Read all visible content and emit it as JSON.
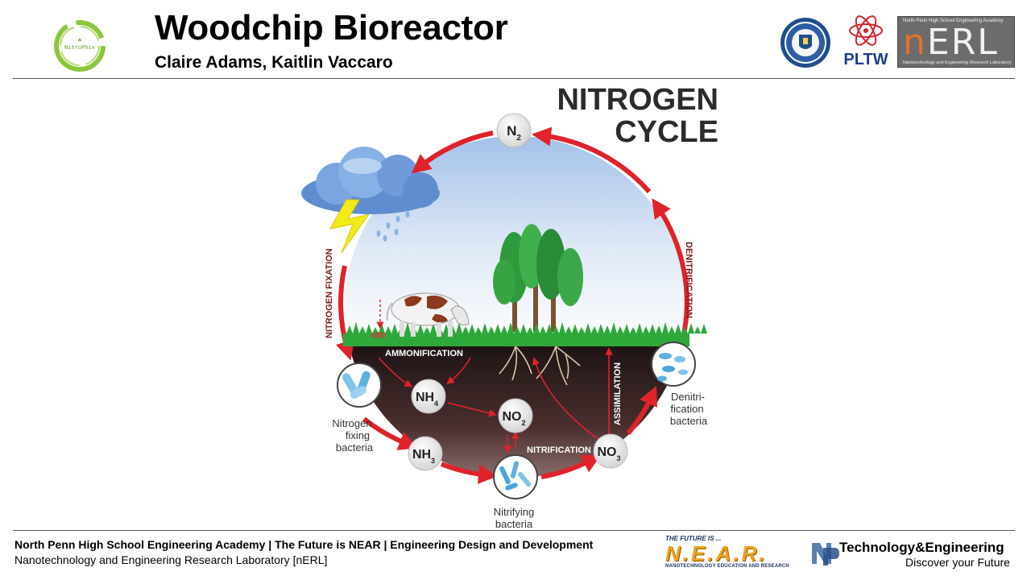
{
  "header": {
    "title": "Woodchip Bioreactor",
    "authors": "Claire Adams, Kaitlin Vaccaro",
    "team_logo_text": "NitroPhix",
    "pltw_label": "PLTW",
    "nerl": {
      "top_text": "North Penn High School Engineering Academy",
      "word_accent": "n",
      "word_rest": "ERL",
      "sub_text": "Nanotechnology and Engineering Research Laboratory"
    }
  },
  "diagram": {
    "title_line1": "NITROGEN",
    "title_line2": "CYCLE",
    "nodes": {
      "n2": {
        "base": "N",
        "sub": "2"
      },
      "nh4": {
        "base": "NH",
        "sub": "4"
      },
      "no2": {
        "base": "NO",
        "sub": "2"
      },
      "nh3": {
        "base": "NH",
        "sub": "3"
      },
      "no3": {
        "base": "NO",
        "sub": "3"
      }
    },
    "process_labels": {
      "nitrogen_fixation": "NITROGEN FIXATION",
      "denitrification": "DENITRIFICATION",
      "ammonification": "AMMONIFICATION",
      "nitrification": "NITRIFICATION",
      "assimilation": "ASSIMILATION"
    },
    "bacteria_labels": {
      "nitrogen_fixing": [
        "Nitrogen",
        "fixing",
        "bacteria"
      ],
      "denitrification": [
        "Denitri-",
        "fication",
        "bacteria"
      ],
      "nitrifying": [
        "Nitrifying",
        "bacteria"
      ]
    }
  },
  "footer": {
    "line1": "North Penn High School Engineering Academy | The Future is NEAR | Engineering Design and Development",
    "line2": "Nanotechnology and Engineering Research Laboratory [nERL]",
    "near_top": "THE FUTURE IS ...",
    "near_word": "N.E.A.R.",
    "near_sub": "NANOTECHNOLOGY EDUCATION AND RESEARCH",
    "tech_title": "Technology&Engineering",
    "tech_sub": "Discover your Future"
  },
  "colors": {
    "cycle_arrow": "#e0222a",
    "sky_top": "#a9c6ea",
    "soil": "#3b2424",
    "grass": "#2fa83a",
    "near_gold": "#f0a020",
    "near_navy": "#17305e"
  }
}
